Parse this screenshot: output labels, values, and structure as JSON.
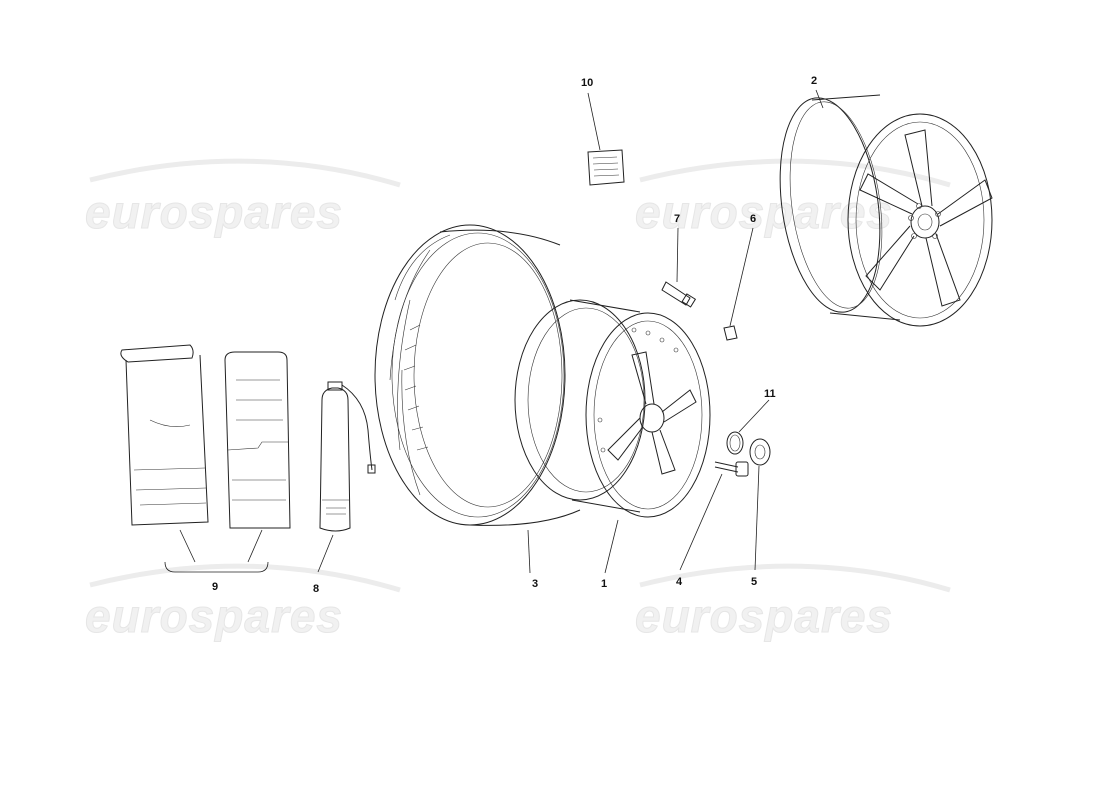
{
  "watermark": {
    "text": "eurospares"
  },
  "callouts": {
    "c1": "1",
    "c2": "2",
    "c3": "3",
    "c4": "4",
    "c5": "5",
    "c6": "6",
    "c7": "7",
    "c8": "8",
    "c9": "9",
    "c10": "10",
    "c11": "11"
  }
}
